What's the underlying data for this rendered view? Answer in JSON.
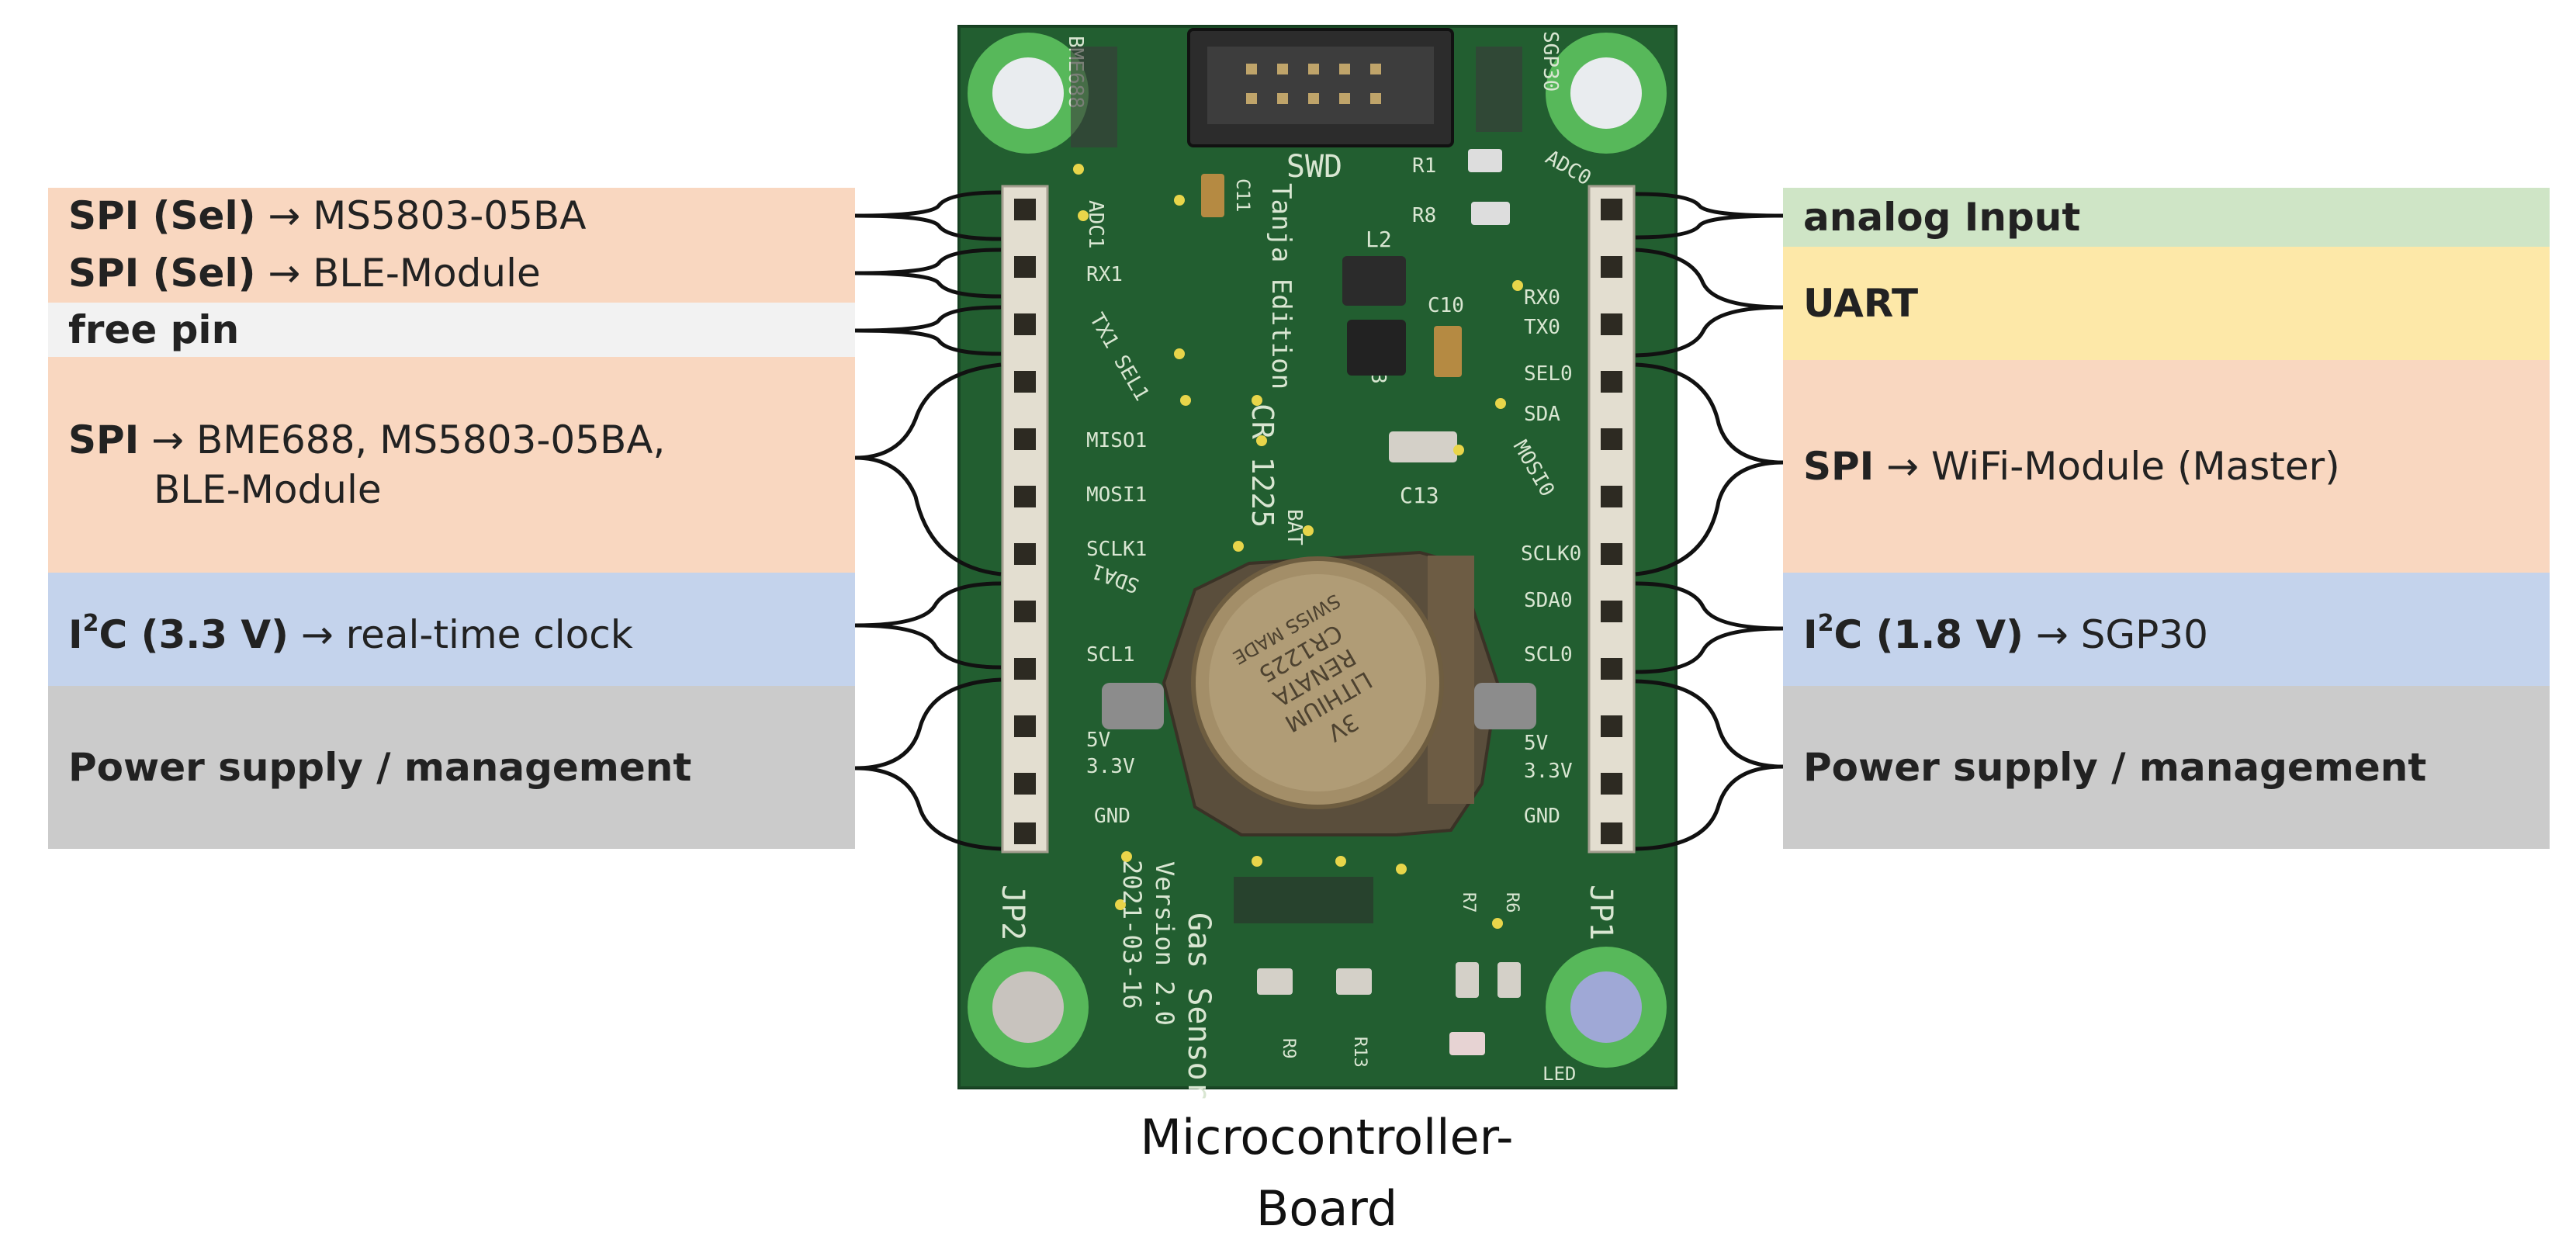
{
  "colors": {
    "spi": "#f9d7c0",
    "free": "#f2f2f2",
    "i2c": "#c4d3ec",
    "power": "#cbcbcb",
    "analog": "#cfe5c6",
    "uart": "#fde8a8",
    "pcb": "#1f5a2e"
  },
  "left_labels": {
    "spi_sel_ms": {
      "bold": "SPI (Sel)",
      "text": " → MS5803-05BA"
    },
    "spi_sel_ble": {
      "bold": "SPI (Sel)",
      "text": " → BLE-Module"
    },
    "free_pin": {
      "bold": "free pin"
    },
    "spi_bus": {
      "bold": "SPI",
      "text": " → BME688, MS5803-05BA,",
      "text2": "BLE-Module"
    },
    "i2c": {
      "bold_pre": "I",
      "sup": "2",
      "bold_post": "C (3.3 V)",
      "text": " → real-time clock"
    },
    "power": {
      "bold": "Power supply / management"
    }
  },
  "right_labels": {
    "analog": {
      "bold": "analog Input"
    },
    "uart": {
      "bold": "UART"
    },
    "spi_wifi": {
      "bold": "SPI",
      "text": " → WiFi-Module (Master)"
    },
    "i2c": {
      "bold_pre": "I",
      "sup": "2",
      "bold_post": "C (1.8 V)",
      "text": " → SGP30"
    },
    "power": {
      "bold": "Power supply / management"
    }
  },
  "board": {
    "swd": "SWD",
    "jp2": "JP2",
    "jp1": "JP1",
    "left_pins": [
      "ADC1",
      "RX1",
      "TX1 SEL1",
      "MISO1",
      "MOSI1",
      "SCLK1",
      "SDA1",
      "SCL1",
      "5V",
      "3.3V",
      "GND"
    ],
    "right_pins": [
      "ADC0",
      "RX0",
      "TX0",
      "SEL0",
      "SDA",
      "MOSI0",
      "SCLK0",
      "SDA0",
      "SCL0",
      "5V",
      "3.3V",
      "GND"
    ],
    "edition": "Tanja Edition",
    "cr": "CR 1225",
    "bat": "BAT",
    "gas": "Gas Sensor",
    "version": "Version 2.0",
    "date": "2021-03-16",
    "sgp": "SGP30",
    "bme": "BME688",
    "led": "LED",
    "components": [
      "C11",
      "L2",
      "R1",
      "R8",
      "C10",
      "IC3",
      "C13",
      "R9",
      "R13",
      "R7",
      "R6"
    ],
    "battery": [
      "3V",
      "LITHIUM",
      "RENATA",
      "CR1225",
      "SWISS MADE"
    ]
  },
  "caption": {
    "line1": "Microcontroller-",
    "line2": "Board"
  }
}
